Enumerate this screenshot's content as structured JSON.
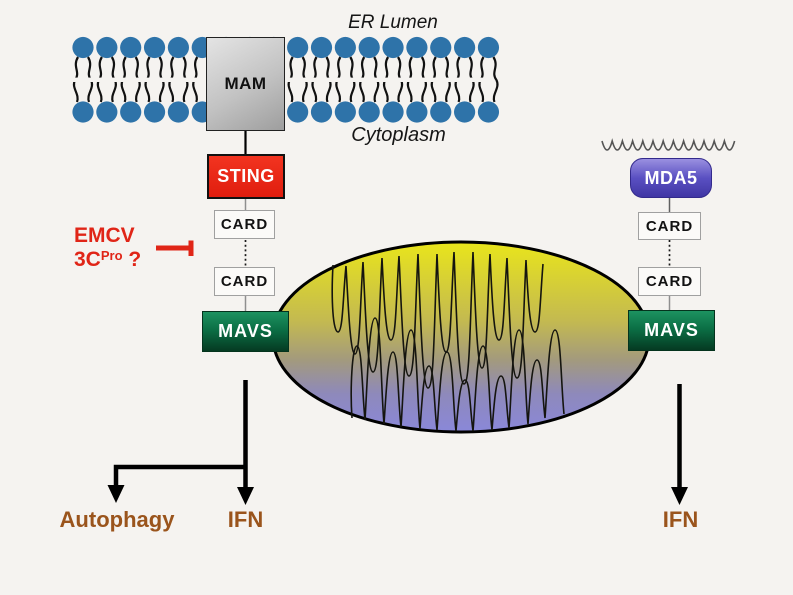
{
  "background": "#f5f3f0",
  "colors": {
    "membrane_head_blue": "#2e73a9",
    "membrane_tail": "#111111",
    "sting_red": "#e8261a",
    "card_border_gray": "#a0a0a0",
    "mavs_green": "#0b6f45",
    "mda5_purple": "#5a50c2",
    "mam_gray": "#c2c2c2",
    "mito_yellow": "#e9e51b",
    "mito_purple": "#8a88d9",
    "inhibitor_red": "#e02517",
    "output_brown": "#9a541c",
    "arrow_black": "#000000"
  },
  "compartments": {
    "er_lumen": "ER Lumen",
    "cytoplasm": "Cytoplasm"
  },
  "nodes": {
    "mam": "MAM",
    "sting": "STING",
    "card": "CARD",
    "mavs": "MAVS",
    "mda5": "MDA5"
  },
  "inhibitor": {
    "line1": "EMCV",
    "base": "3C",
    "superscript": "Pro",
    "suffix": " ?"
  },
  "outputs": {
    "autophagy": "Autophagy",
    "ifn": "IFN"
  }
}
